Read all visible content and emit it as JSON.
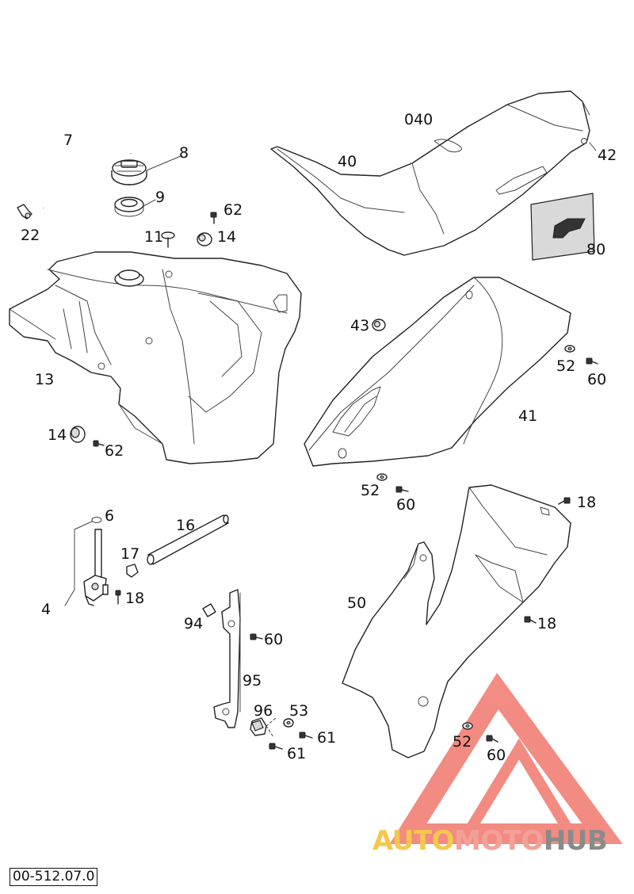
{
  "diagram": {
    "reference_code": "00-512.07.0",
    "part_labels": [
      "7",
      "8",
      "9",
      "22",
      "62",
      "11",
      "14",
      "13",
      "040",
      "40",
      "42",
      "80",
      "43",
      "52",
      "60",
      "41",
      "14",
      "62",
      "52",
      "60",
      "6",
      "16",
      "17",
      "4",
      "18",
      "18",
      "50",
      "94",
      "60",
      "95",
      "96",
      "53",
      "61",
      "61",
      "18",
      "52",
      "60"
    ],
    "watermark": {
      "brand_part1": "AUTO",
      "brand_part2": "MOTO",
      "brand_part3": "HUB",
      "colors": {
        "auto": "#f5c74c",
        "moto": "#f2a199",
        "hub": "#8a8a8a",
        "triangle": "#ef6b5f"
      }
    },
    "icons": [
      "fuel-tank",
      "tank-cap",
      "seat",
      "side-cover",
      "fuel-tap",
      "fuel-hose",
      "tank-bracket",
      "rear-side-panel",
      "bolt",
      "washer",
      "rubber-bush"
    ]
  }
}
